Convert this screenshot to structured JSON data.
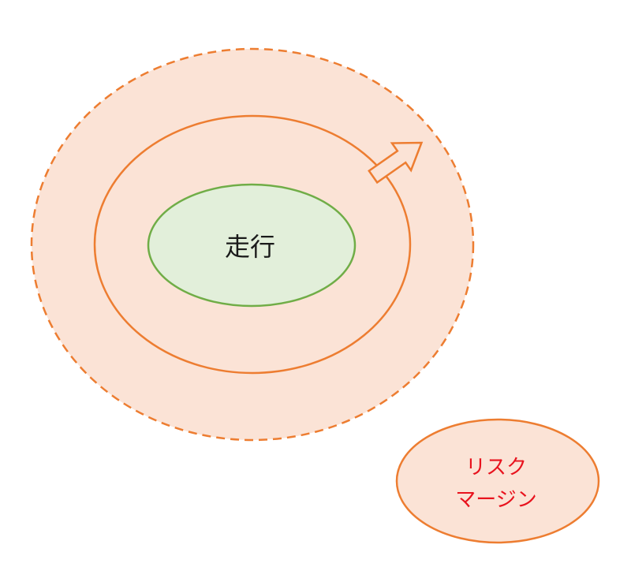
{
  "diagram": {
    "center_label": "走行",
    "legend": {
      "line1": "リスク",
      "line2": "マージン"
    }
  },
  "colors": {
    "margin_fill": "#fbe3d6",
    "orange_stroke": "#ed7d31",
    "green_fill": "#e2efda",
    "green_stroke": "#70ad47",
    "risk_text": "#e8131e",
    "center_text": "#1a1a1a"
  }
}
